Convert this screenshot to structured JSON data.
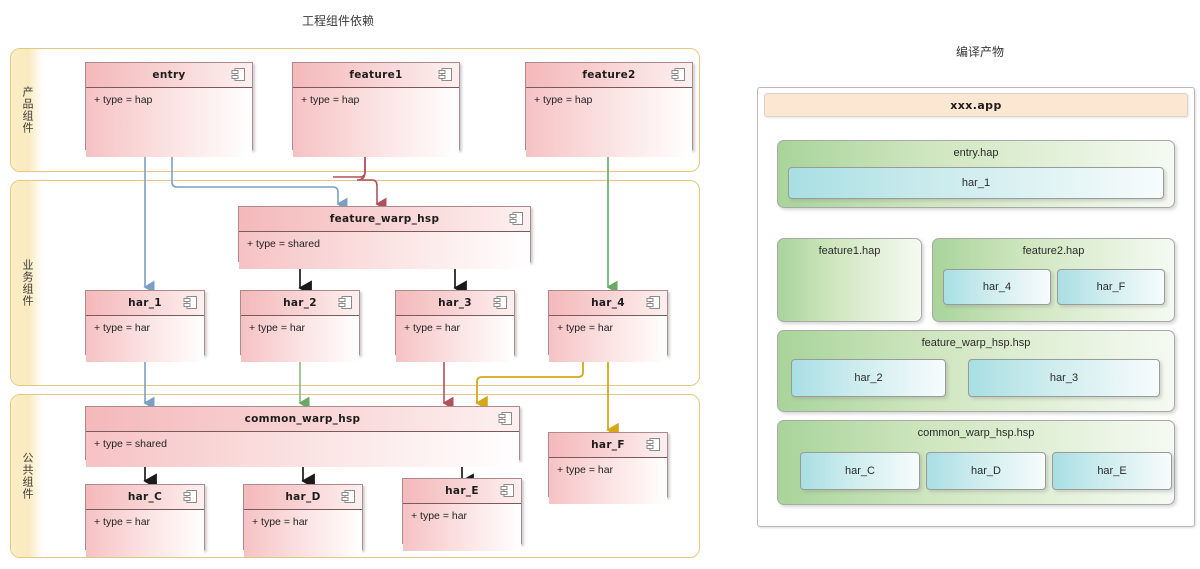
{
  "left_diagram": {
    "title": "工程组件依赖",
    "bands": [
      {
        "label": "产品组件"
      },
      {
        "label": "业务组件"
      },
      {
        "label": "公共组件"
      }
    ],
    "components": [
      {
        "name": "entry",
        "attr": "+ type = hap",
        "icon": "uml-component-icon"
      },
      {
        "name": "feature1",
        "attr": "+ type = hap",
        "icon": "uml-component-icon"
      },
      {
        "name": "feature2",
        "attr": "+ type = hap",
        "icon": "uml-component-icon"
      },
      {
        "name": "feature_warp_hsp",
        "attr": "+ type = shared",
        "icon": "uml-component-icon"
      },
      {
        "name": "har_1",
        "attr": "+ type = har",
        "icon": "uml-component-icon"
      },
      {
        "name": "har_2",
        "attr": "+ type = har",
        "icon": "uml-component-icon"
      },
      {
        "name": "har_3",
        "attr": "+ type = har",
        "icon": "uml-component-icon"
      },
      {
        "name": "har_4",
        "attr": "+ type = har",
        "icon": "uml-component-icon"
      },
      {
        "name": "common_warp_hsp",
        "attr": "+ type = shared",
        "icon": "uml-component-icon"
      },
      {
        "name": "har_F",
        "attr": "+ type = har",
        "icon": "uml-component-icon"
      },
      {
        "name": "har_C",
        "attr": "+ type = har",
        "icon": "uml-component-icon"
      },
      {
        "name": "har_D",
        "attr": "+ type = har",
        "icon": "uml-component-icon"
      },
      {
        "name": "har_E",
        "attr": "+ type = har",
        "icon": "uml-component-icon"
      }
    ],
    "edge_colors": {
      "entry": "#7b9fc4",
      "feature1": "#b0515c",
      "feature2": "#66aa66",
      "har_3": "#b0515c",
      "har_4": "#d6a818",
      "black": "#1a1a1a"
    }
  },
  "right_diagram": {
    "title": "编译产物",
    "app": {
      "name": "xxx.app"
    },
    "haps": [
      {
        "name": "entry.hap",
        "hars": [
          "har_1"
        ]
      },
      {
        "name": "feature1.hap",
        "hars": []
      },
      {
        "name": "feature2.hap",
        "hars": [
          "har_4",
          "har_F"
        ]
      },
      {
        "name": "feature_warp_hsp.hsp",
        "hars": [
          "har_2",
          "har_3"
        ]
      },
      {
        "name": "common_warp_hsp.hsp",
        "hars": [
          "har_C",
          "har_D",
          "har_E"
        ]
      }
    ]
  },
  "palette": {
    "band_border": "#e3c97e",
    "band_strip": "#fbeec4",
    "uml_pink": "#f4b9bb",
    "app_header": "#fce7d2",
    "hap_green": "#a8d49a",
    "har_teal": "#a8dfe3"
  }
}
